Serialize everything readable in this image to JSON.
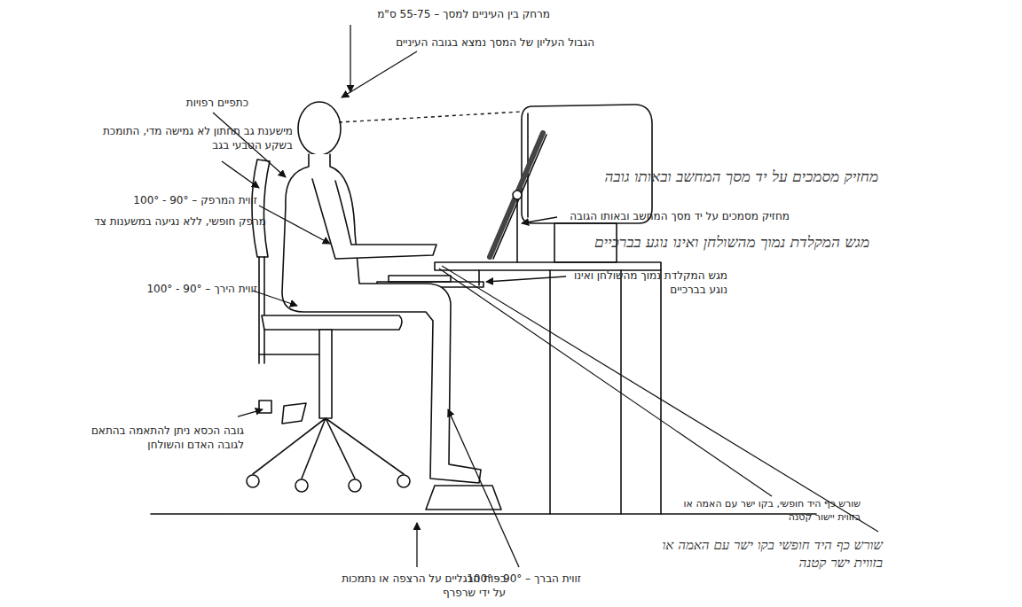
{
  "diagram": {
    "labels": [
      "מרחק בין העיניים למסך – 55-75 ס\"מ",
      "הגבול העליון של המסך נמצא בגובה העיניים",
      "כתפיים רפויות",
      "מישענת גב תחתון לא גמישה מדי, התומכת בשקע הטבעי בגב",
      "זווית המרפק – 90° - 100°",
      "מרפק חופשי, ללא נגיעה במשענות צד",
      "זווית הירך – 90° - 100°",
      "גובה הכסא ניתן להתאמה בהתאם לגובה האדם והשולחן",
      "כפות הרגליים על הרצפה או נתמכות על ידי שרפרף",
      "זווית הברך – 90° - 100°",
      "שורש כף היד חופשי, בקו ישר עם האמה או בזווית יישור קטנה",
      "שורש כף היד חופשי בקו ישר עם האמה או בזווית ישר קטנה",
      "מחזיק מסמכים על יד מסך המחשב ובאותו הגובה",
      "מחזיק מסמכים על יד מסך המחשב ובאותו גובה",
      "מגש המקלדת נמוך מהשולחן ואינו נוגע בברכיים",
      "מגש המקלדת נמוך מהשולחן ואינו נוגע בברכיים"
    ]
  }
}
